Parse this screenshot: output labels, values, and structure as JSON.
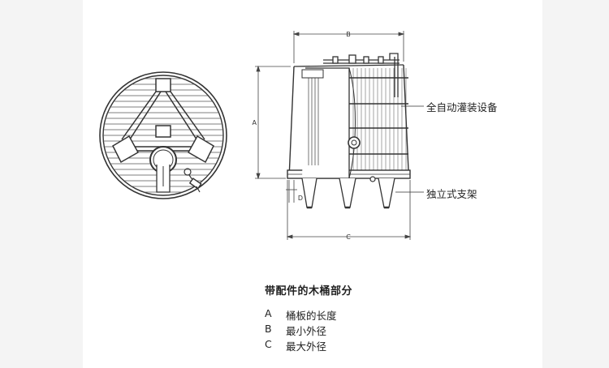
{
  "callouts": {
    "filling_equipment": "全自动灌装设备",
    "standalone_stand": "独立式支架"
  },
  "dimension_labels": {
    "a": "A",
    "b": "B",
    "c": "C",
    "d": "D"
  },
  "legend": {
    "title": "带配件的木桶部分",
    "items": [
      {
        "key": "A",
        "text": "桶板的长度"
      },
      {
        "key": "B",
        "text": "最小外径"
      },
      {
        "key": "C",
        "text": "最大外径"
      }
    ]
  },
  "colors": {
    "line": "#333333",
    "background": "#ffffff",
    "page": "#f4f4f4"
  }
}
